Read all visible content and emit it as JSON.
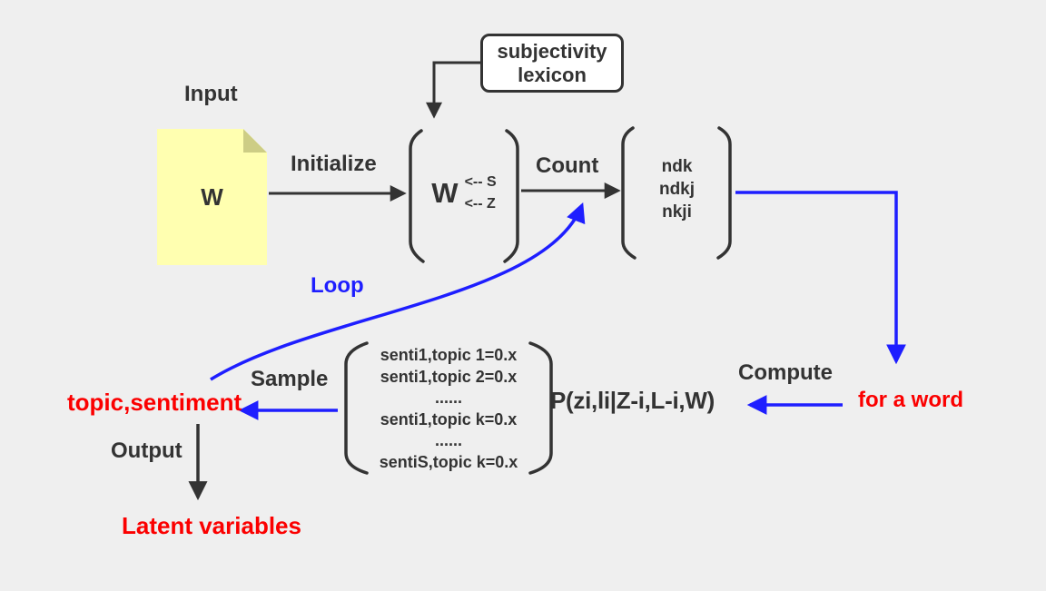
{
  "colors": {
    "background": "#efefef",
    "ink": "#333333",
    "blue": "#1e1eff",
    "red": "#fb0000",
    "note_fill": "#ffffb0",
    "note_fold": "#cdcd85",
    "box_fill": "#ffffff"
  },
  "labels": {
    "input": "Input",
    "initialize": "Initialize",
    "count": "Count",
    "compute": "Compute",
    "sample": "Sample",
    "loop": "Loop",
    "output": "Output",
    "topic_sentiment": "topic,sentiment",
    "for_a_word": "for a word",
    "latent_variables": "Latent variables"
  },
  "nodes": {
    "note_text": "W",
    "lexicon_label": "subjectivity lexicon",
    "assign": {
      "w": "W",
      "s_line": "<-- S",
      "z_line": "<-- Z"
    },
    "counts": [
      "ndk",
      "ndkj",
      "nkji"
    ],
    "probability_expr": "P(zi,li|Z-i,L-i,W)",
    "sample_matrix": {
      "lines": [
        "senti1,topic 1=0.x",
        "senti1,topic 2=0.x",
        "......",
        "senti1,topic k=0.x",
        "......",
        "sentiS,topic k=0.x"
      ]
    }
  }
}
